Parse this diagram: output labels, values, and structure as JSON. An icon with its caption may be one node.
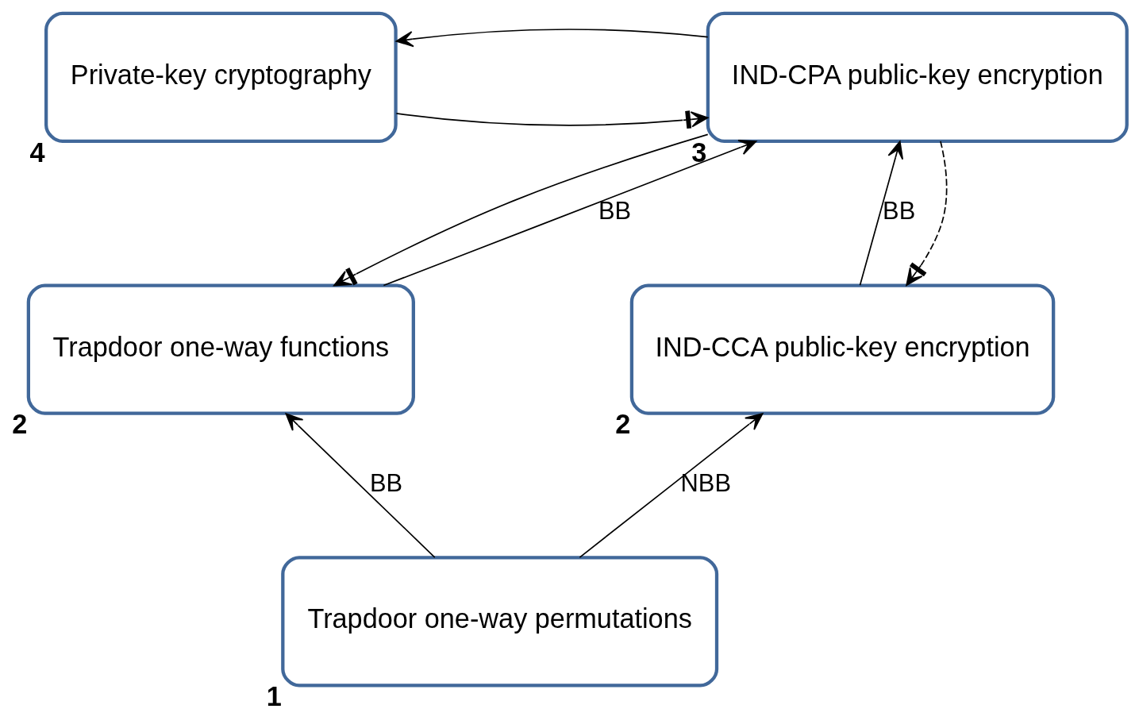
{
  "diagram": {
    "nodes": [
      {
        "text": [
          "Private-key cryptography"
        ],
        "beside": [
          "4"
        ]
      },
      {
        "text": [
          "IND-CPA public-key encryption"
        ],
        "beside": [
          "3"
        ]
      },
      {
        "text": [
          "Trapdoor one-way functions"
        ],
        "beside": [
          "2"
        ]
      },
      {
        "text": [
          "IND-CCA public-key encryption"
        ],
        "beside": [
          "2"
        ]
      },
      {
        "text": [
          "Trapdoor one-way permutations"
        ],
        "beside": [
          "1"
        ]
      }
    ],
    "edges": [
      {
        "from": 1,
        "to": 0,
        "arrow": "to"
      },
      {
        "from": 0,
        "to": 1,
        "arrow": "to"
      },
      {
        "from": 2,
        "to": 1,
        "arrow": "to",
        "label": "BB"
      },
      {
        "from": 1,
        "to": 2,
        "arrow": "to"
      },
      {
        "from": 3,
        "to": 1,
        "arrow": "to",
        "label": "BB"
      },
      {
        "from": 1,
        "to": 3,
        "arrow": "to",
        "style": "dashed"
      },
      {
        "from": 4,
        "to": 2,
        "arrow": "to",
        "label": "BB"
      },
      {
        "from": 4,
        "to": 3,
        "arrow": "to",
        "label": "NBB"
      }
    ]
  }
}
